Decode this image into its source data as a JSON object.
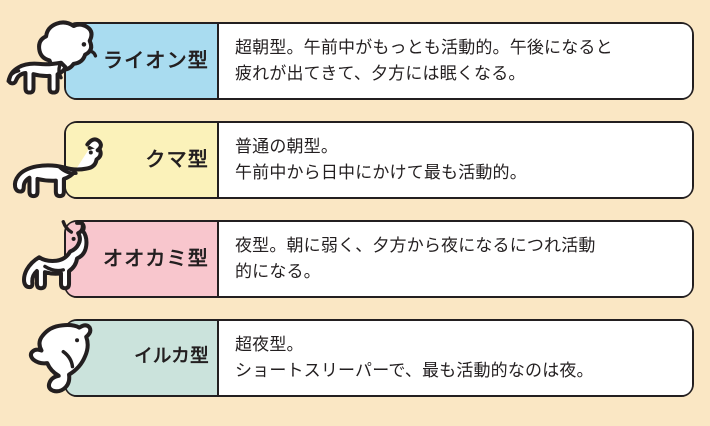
{
  "background_color": "#fae7c4",
  "outline_color": "#231f20",
  "rows": [
    {
      "id": "lion",
      "animal_icon": "lion-icon",
      "label": "ライオン型",
      "label_bg": "#a9dcf0",
      "description_lines": [
        "超朝型。午前中がもっとも活動的。午後になると",
        "疲れが出てきて、夕方には眠くなる。"
      ]
    },
    {
      "id": "bear",
      "animal_icon": "bear-icon",
      "label": "クマ型",
      "label_bg": "#fbf2ba",
      "description_lines": [
        "普通の朝型。",
        "午前中から日中にかけて最も活動的。"
      ]
    },
    {
      "id": "wolf",
      "animal_icon": "wolf-icon",
      "label": "オオカミ型",
      "label_bg": "#f8c6cd",
      "description_lines": [
        "夜型。朝に弱く、夕方から夜になるにつれ活動",
        "的になる。"
      ]
    },
    {
      "id": "dolphin",
      "animal_icon": "dolphin-icon",
      "label": "イルカ型",
      "label_bg": "#cbe3dc",
      "description_lines": [
        "超夜型。",
        "ショートスリーパーで、最も活動的なのは夜。"
      ]
    }
  ]
}
